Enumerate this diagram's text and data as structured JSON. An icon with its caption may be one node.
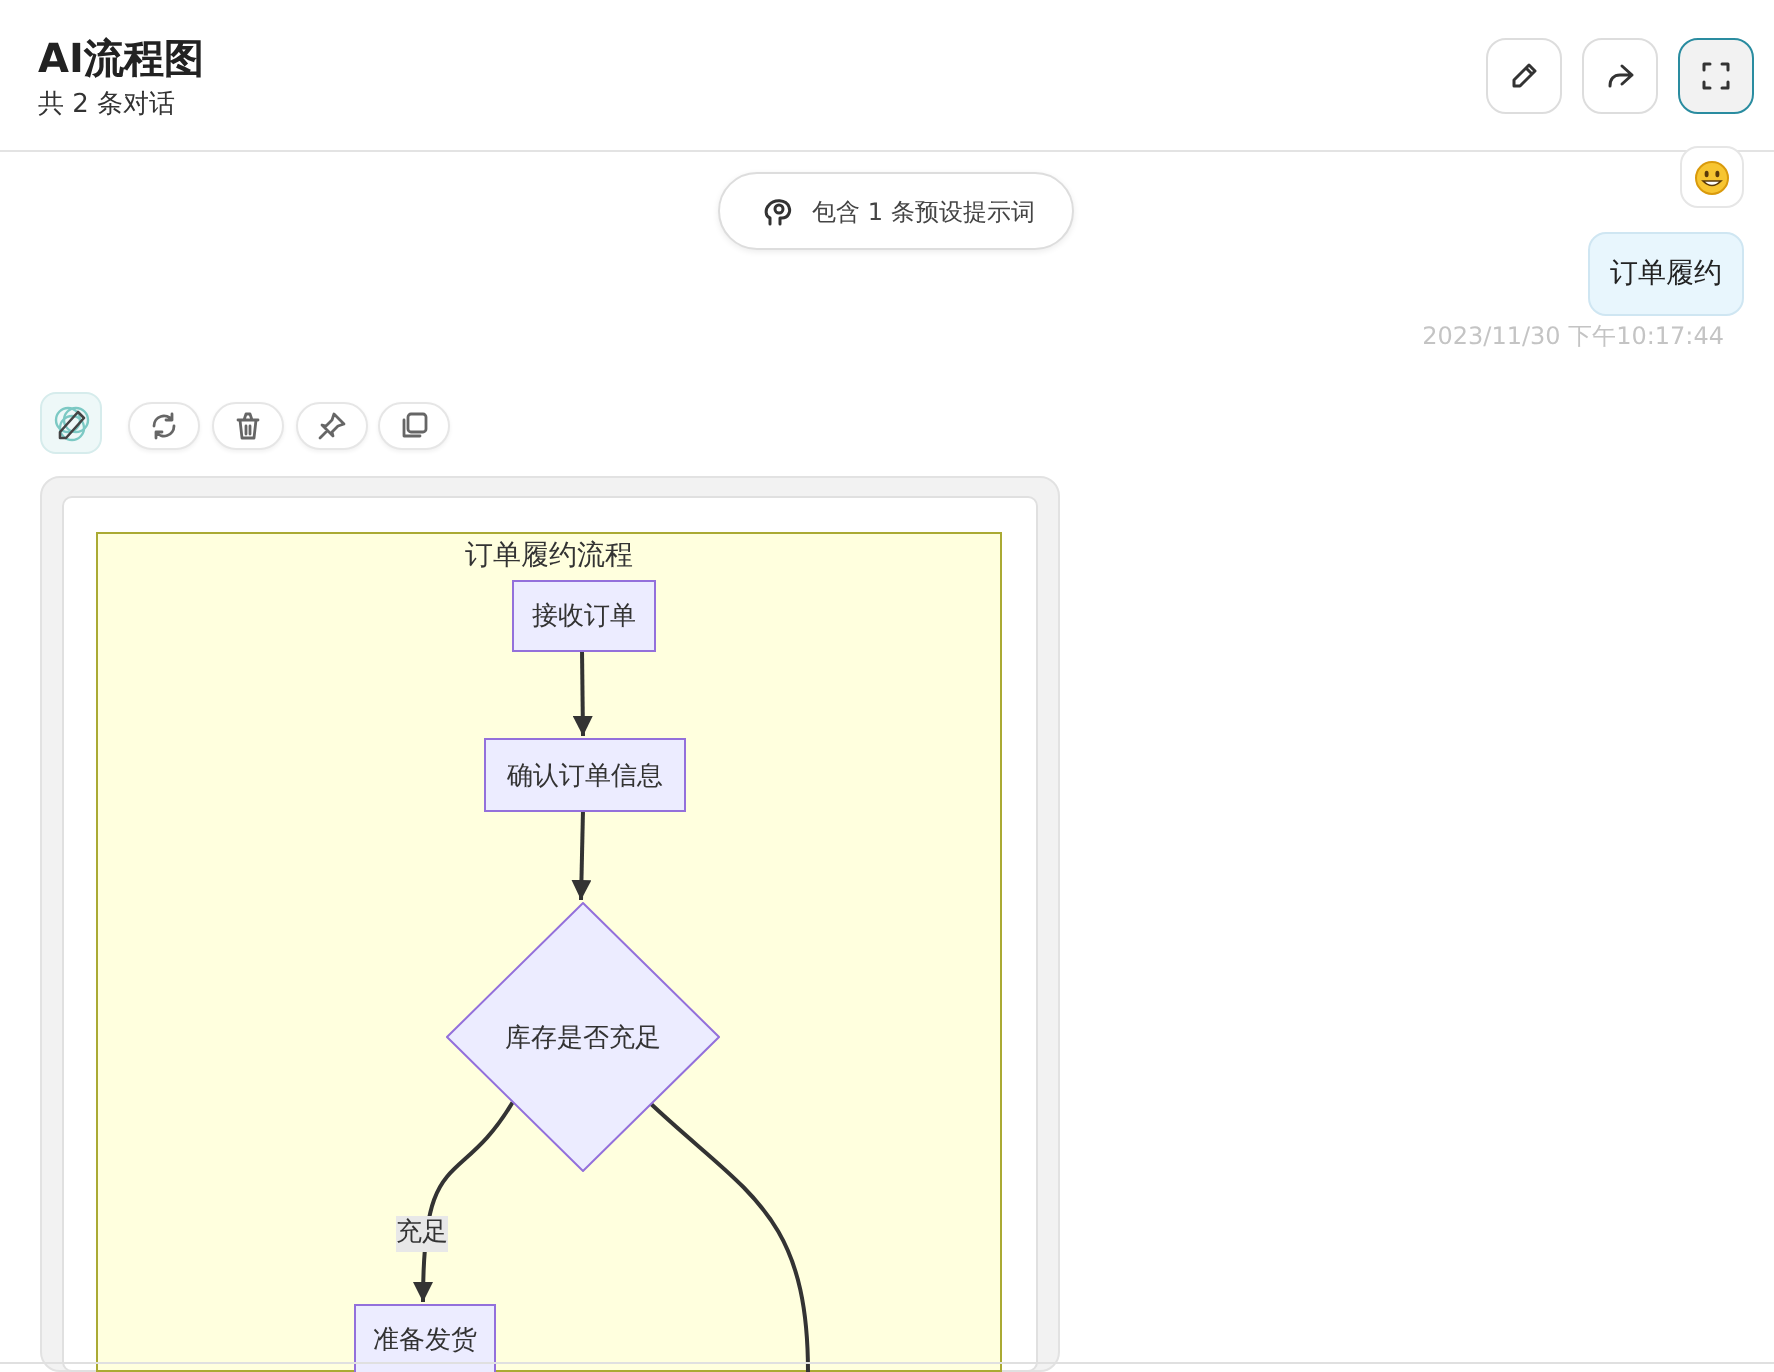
{
  "diagram": {
    "title": "AI流程图",
    "nodes": [
      {
        "text": [
          "订单履约流程"
        ]
      },
      {
        "text": [
          "接收订单"
        ],
        "in": 0
      },
      {
        "text": [
          "确认订单信息"
        ],
        "in": 0
      },
      {
        "text": [
          "库存是否充足"
        ],
        "in": 0
      },
      {
        "text": [
          "准备发货"
        ],
        "in": 0
      }
    ],
    "edges": [
      {
        "from": 1,
        "to": 2,
        "arrow": "to"
      },
      {
        "from": 2,
        "to": 3,
        "arrow": "to"
      },
      {
        "from": 3,
        "to": 4,
        "arrow": "to",
        "label": "充足"
      },
      {
        "from": 3,
        "to": null,
        "arrow": "none"
      }
    ],
    "labels": [
      "共 2 条对话",
      "包含 1 条预设提示词",
      "订单履约",
      "2023/11/30 下午10:17:44"
    ]
  }
}
